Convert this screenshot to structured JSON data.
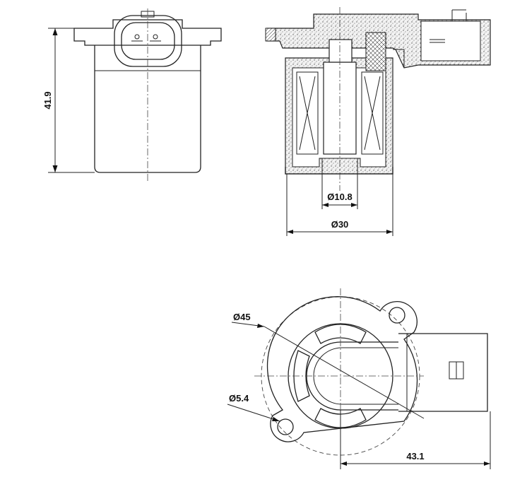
{
  "dimensions": {
    "height": "41.9",
    "inner_diameter": "Ø10.8",
    "outer_diameter": "Ø30",
    "flange_diameter": "Ø45",
    "hole_diameter": "Ø5.4",
    "connector_length": "43.1"
  }
}
